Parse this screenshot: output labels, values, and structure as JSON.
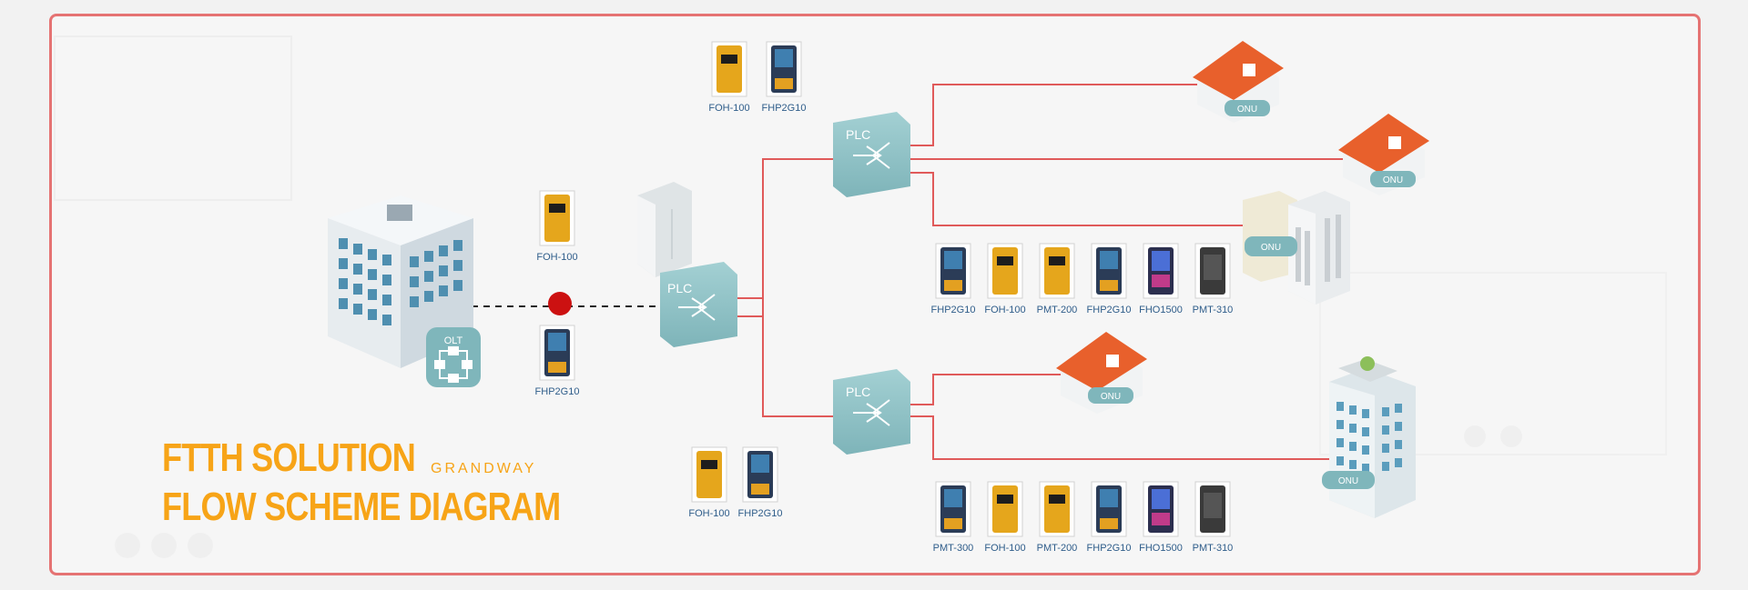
{
  "title": {
    "line1": "FTTH SOLUTION",
    "line2": "FLOW SCHEME DIAGRAM",
    "brand": "GRANDWAY"
  },
  "nodes": {
    "olt": "OLT",
    "plc": "PLC",
    "onu": "ONU"
  },
  "device_groups": {
    "olt_top": [
      "FOH-100"
    ],
    "olt_bottom": [
      "FHP2G10"
    ],
    "top_plc": [
      "FOH-100",
      "FHP2G10"
    ],
    "bottom_left": [
      "FOH-100",
      "FHP2G10"
    ],
    "mid_row": [
      "FHP2G10",
      "FOH-100",
      "PMT-200",
      "FHP2G10",
      "FHO1500",
      "PMT-310"
    ],
    "bottom_row": [
      "PMT-300",
      "FOH-100",
      "PMT-200",
      "FHP2G10",
      "FHO1500",
      "PMT-310"
    ]
  },
  "colors": {
    "frame": "#e57373",
    "fiber": "#e05a5a",
    "title": "#f7a417",
    "plc": "#8ec3c7",
    "onu": "#7fb6bb",
    "roof": "#e8602c",
    "marker": "#cc1111",
    "label": "#2f5d8a"
  }
}
